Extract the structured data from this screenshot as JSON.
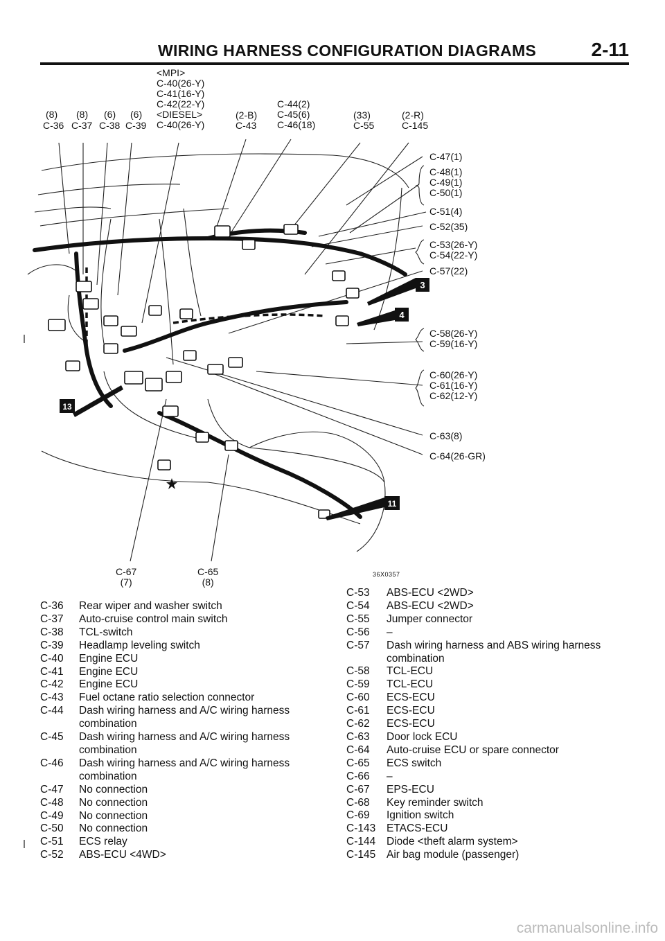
{
  "header": {
    "title": "WIRING HARNESS CONFIGURATION DIAGRAMS",
    "page_number": "2-11"
  },
  "diagram": {
    "top_labels": {
      "mpi_group": [
        "<MPI>",
        "C-40(26-Y)",
        "C-41(16-Y)",
        "C-42(22-Y)",
        "<DIESEL>",
        "C-40(26-Y)"
      ],
      "left_nums": [
        "(8)",
        "(8)",
        "(6)",
        "(6)"
      ],
      "left_codes": [
        "C-36",
        "C-37",
        "C-38",
        "C-39"
      ],
      "c43": [
        "(2-B)",
        "C-43"
      ],
      "c44_group": [
        "C-44(2)",
        "C-45(6)",
        "C-46(18)"
      ],
      "c55": [
        "(33)",
        "C-55"
      ],
      "c145": [
        "(2-R)",
        "C-145"
      ]
    },
    "right_labels": {
      "c47": "C-47(1)",
      "c48_50": [
        "C-48(1)",
        "C-49(1)",
        "C-50(1)"
      ],
      "c51": "C-51(4)",
      "c52": "C-52(35)",
      "c53_54": [
        "C-53(26-Y)",
        "C-54(22-Y)"
      ],
      "c57": "C-57(22)",
      "c58_59": [
        "C-58(26-Y)",
        "C-59(16-Y)"
      ],
      "c60_62": [
        "C-60(26-Y)",
        "C-61(16-Y)",
        "C-62(12-Y)"
      ],
      "c63": "C-63(8)",
      "c64": "C-64(26-GR)"
    },
    "bottom_labels": {
      "c67": [
        "C-67",
        "(7)"
      ],
      "c65": [
        "C-65",
        "(8)"
      ]
    },
    "callouts": [
      "3",
      "4",
      "13",
      "11"
    ],
    "figure_code": "36X0357",
    "icons": {
      "star": "star-icon"
    }
  },
  "legend_left": [
    {
      "code": "C-36",
      "desc": "Rear wiper and washer switch"
    },
    {
      "code": "C-37",
      "desc": "Auto-cruise control main switch"
    },
    {
      "code": "C-38",
      "desc": "TCL-switch"
    },
    {
      "code": "C-39",
      "desc": "Headlamp leveling switch"
    },
    {
      "code": "C-40",
      "desc": "Engine ECU"
    },
    {
      "code": "C-41",
      "desc": "Engine ECU"
    },
    {
      "code": "C-42",
      "desc": "Engine ECU"
    },
    {
      "code": "C-43",
      "desc": "Fuel octane ratio selection connector"
    },
    {
      "code": "C-44",
      "desc": "Dash wiring harness and A/C wiring harness"
    },
    {
      "code": "",
      "desc": "combination"
    },
    {
      "code": "C-45",
      "desc": "Dash wiring harness and A/C wiring harness"
    },
    {
      "code": "",
      "desc": "combination"
    },
    {
      "code": "C-46",
      "desc": "Dash wiring harness and A/C wiring harness"
    },
    {
      "code": "",
      "desc": "combination"
    },
    {
      "code": "C-47",
      "desc": "No connection"
    },
    {
      "code": "C-48",
      "desc": "No connection"
    },
    {
      "code": "C-49",
      "desc": "No connection"
    },
    {
      "code": "C-50",
      "desc": "No connection"
    },
    {
      "code": "C-51",
      "desc": "ECS relay"
    },
    {
      "code": "C-52",
      "desc": "ABS-ECU <4WD>"
    }
  ],
  "legend_right": [
    {
      "code": "C-53",
      "desc": "ABS-ECU <2WD>"
    },
    {
      "code": "C-54",
      "desc": "ABS-ECU <2WD>"
    },
    {
      "code": "C-55",
      "desc": "Jumper connector"
    },
    {
      "code": "C-56",
      "desc": "–"
    },
    {
      "code": "C-57",
      "desc": "Dash wiring harness and ABS wiring harness"
    },
    {
      "code": "",
      "desc": "combination"
    },
    {
      "code": "C-58",
      "desc": "TCL-ECU"
    },
    {
      "code": "C-59",
      "desc": "TCL-ECU"
    },
    {
      "code": "C-60",
      "desc": "ECS-ECU"
    },
    {
      "code": "C-61",
      "desc": "ECS-ECU"
    },
    {
      "code": "C-62",
      "desc": "ECS-ECU"
    },
    {
      "code": "C-63",
      "desc": "Door lock ECU"
    },
    {
      "code": "C-64",
      "desc": "Auto-cruise ECU or spare connector"
    },
    {
      "code": "C-65",
      "desc": "ECS switch"
    },
    {
      "code": "C-66",
      "desc": "–"
    },
    {
      "code": "C-67",
      "desc": "EPS-ECU"
    },
    {
      "code": "C-68",
      "desc": "Key reminder switch"
    },
    {
      "code": "C-69",
      "desc": "Ignition switch"
    },
    {
      "code": "C-143",
      "desc": "ETACS-ECU"
    },
    {
      "code": "C-144",
      "desc": "Diode <theft alarm system>"
    },
    {
      "code": "C-145",
      "desc": "Air bag module (passenger)"
    }
  ],
  "watermark": "carmanualsonline.info"
}
